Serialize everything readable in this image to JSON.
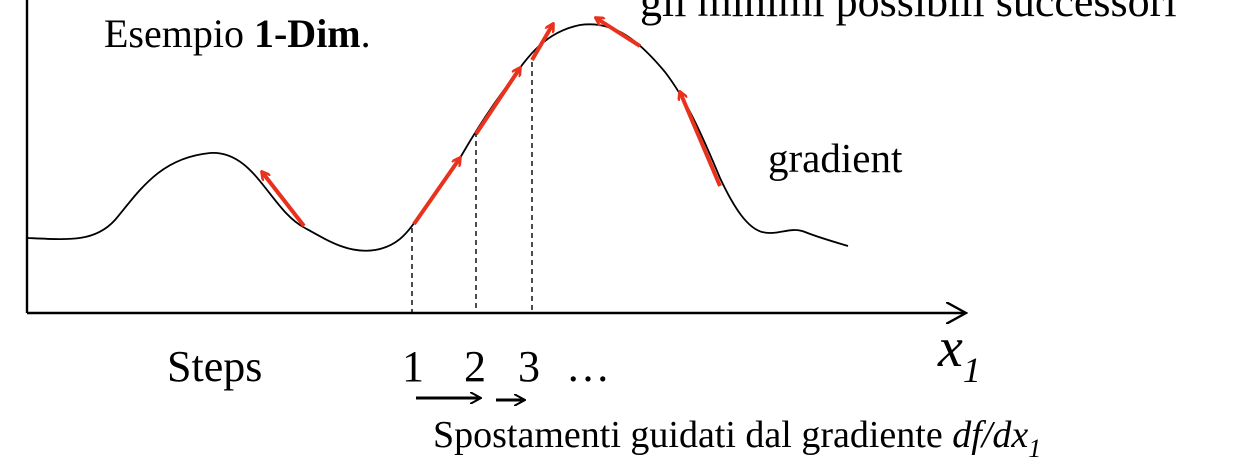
{
  "title": {
    "prefix": "Esempio ",
    "bold": "1-Dim",
    "suffix": "."
  },
  "header_fragment": "gli minimi possibili successori",
  "gradient_label": "gradient",
  "steps_label": "Steps",
  "step_numbers": [
    "1",
    "2",
    "3",
    "…"
  ],
  "axis": {
    "label_main": "x",
    "label_sub": "1"
  },
  "caption": {
    "text": "Spostamenti guidati dal gradiente ",
    "formula_main": "df/dx",
    "formula_sub": "1"
  },
  "colors": {
    "gradient_arrow": "#e8321e",
    "curve": "#000000",
    "axis": "#000000"
  },
  "icons": {
    "gradient_arrow": "red-arrow-icon",
    "step_arrow": "black-arrow-icon"
  }
}
